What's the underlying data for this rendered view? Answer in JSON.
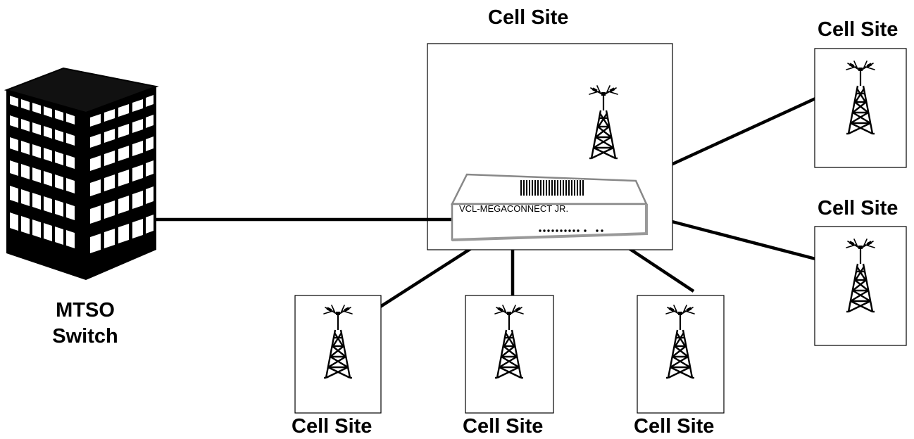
{
  "diagram": {
    "mtso": {
      "line1": "MTSO",
      "line2": "Switch"
    },
    "device": {
      "label": "VCL-MEGACONNECT JR."
    },
    "cell_sites": {
      "central": "Cell Site",
      "right_top": "Cell Site",
      "right_mid": "Cell Site",
      "bottom_left": "Cell Site",
      "bottom_mid": "Cell Site",
      "bottom_right": "Cell Site"
    }
  }
}
